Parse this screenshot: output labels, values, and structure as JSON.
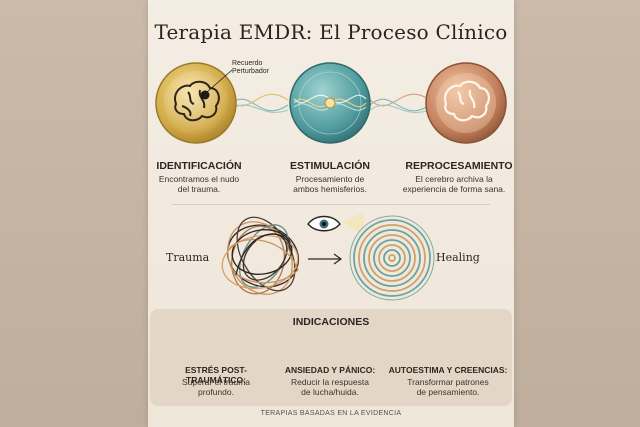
{
  "title": "Terapia EMDR: El Proceso Clínico",
  "callout": {
    "line1": "Recuerdo",
    "line2": "Perturbador"
  },
  "steps": [
    {
      "title": "IDENTIFICACIÓN",
      "desc1": "Encontramos el nudo",
      "desc2": "del trauma."
    },
    {
      "title": "ESTIMULACIÓN",
      "desc1": "Procesamiento de",
      "desc2": "ambos hemisferios."
    },
    {
      "title": "REPROCESAMIENTO",
      "desc1": "El cerebro archiva la",
      "desc2": "experiencia de forma sana."
    }
  ],
  "transform": {
    "left": "Trauma",
    "right": "Healing"
  },
  "indications": {
    "title": "INDICACIONES",
    "items": [
      {
        "title": "ESTRÉS POST-TRAUMÁTICO:",
        "desc1": "Superar el trauma",
        "desc2": "profundo.",
        "icon": "storm-cloud-icon"
      },
      {
        "title": "ANSIEDAD Y PÁNICO:",
        "desc1": "Reducir la respuesta",
        "desc2": "de lucha/huida.",
        "icon": "waves-icon"
      },
      {
        "title": "AUTOESTIMA Y CREENCIAS:",
        "desc1": "Transformar patrones",
        "desc2": "de pensamiento.",
        "icon": "mirror-icon"
      }
    ]
  },
  "footer": "TERAPIAS BASADAS EN LA EVIDENCIA",
  "colors": {
    "gold": "#d6b150",
    "teal": "#5aa3a6",
    "copper": "#c88a66",
    "panel": "#e4d6c6",
    "bg": "#f2ebe1"
  }
}
